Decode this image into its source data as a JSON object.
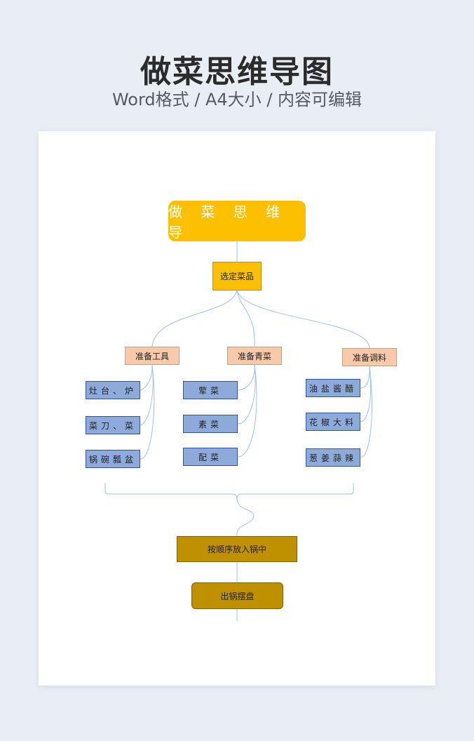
{
  "header": {
    "title": "做菜思维导图",
    "subtitle": "Word格式 / A4大小 / 内容可编辑"
  },
  "diagram": {
    "root": "做 菜 思 维 导",
    "select": "选定菜品",
    "categories": [
      {
        "label": "准备工具",
        "items": [
          "灶台、炉",
          "菜刀、菜",
          "锅碗瓢盆"
        ]
      },
      {
        "label": "准备青菜",
        "items": [
          "荤菜",
          "素菜",
          "配菜"
        ]
      },
      {
        "label": "准备调料",
        "items": [
          "油盐酱醋",
          "花椒大料",
          "葱姜蒜辣"
        ]
      }
    ],
    "step1": "按顺序放入锅中",
    "step2": "出锅摆盘"
  },
  "colors": {
    "background": "#e9edf4",
    "root": "#fcc000",
    "category": "#f8caa9",
    "leaf": "#8eaadb",
    "step": "#bf9000",
    "connector": "#9dc3e6"
  }
}
